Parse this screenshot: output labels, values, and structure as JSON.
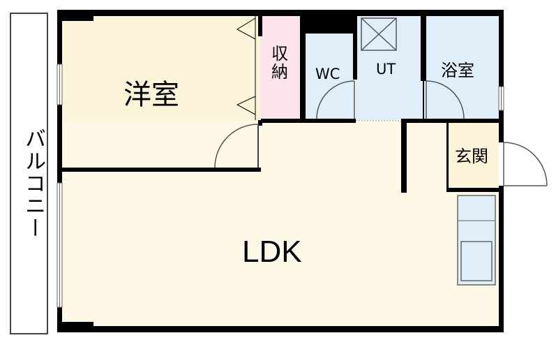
{
  "rooms": {
    "balcony": "バルコニー",
    "western_room": "洋室",
    "storage": "収\n納",
    "wc": "WC",
    "utility": "UT",
    "bathroom": "浴室",
    "entrance": "玄関",
    "ldk": "LDK"
  },
  "colors": {
    "wall": "#000000",
    "western_room_fill": "#fbf4d8",
    "ldk_fill": "#fef9e6",
    "storage_fill": "#fbe4ec",
    "wet_area_fill": "#dfeef9",
    "entrance_fill": "#fbf4d8",
    "balcony_fill": "#ffffff",
    "door_line": "#555555"
  }
}
